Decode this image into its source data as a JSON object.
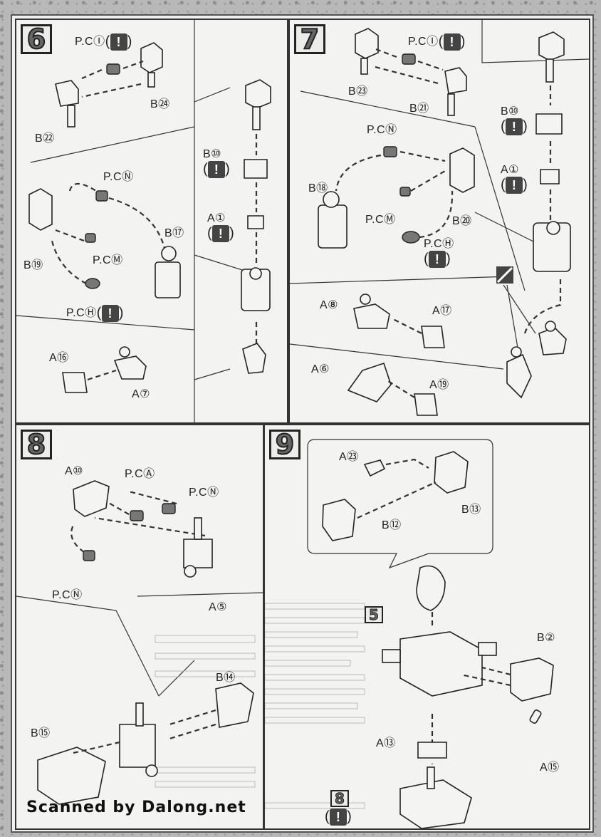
{
  "steps": [
    {
      "number": "6",
      "labels": {
        "pc_i": "P.CⒾ",
        "b24": "B㉔",
        "b22": "B㉒",
        "b10": "B⑩",
        "a1": "A①",
        "pc_n": "P.CⓃ",
        "b17": "B⑰",
        "b19": "B⑲",
        "pc_m": "P.CⓂ",
        "pc_h": "P.CⒽ",
        "a16": "A⑯",
        "a7": "A⑦"
      }
    },
    {
      "number": "7",
      "labels": {
        "pc_i": "P.CⒾ",
        "b23": "B㉓",
        "b21": "B㉑",
        "b10": "B⑩",
        "a1": "A①",
        "pc_n": "P.CⓃ",
        "b18": "B⑱",
        "b20": "B⑳",
        "pc_m": "P.CⓂ",
        "pc_h": "P.CⒽ",
        "a8": "A⑧",
        "a17": "A⑰",
        "a6": "A⑥",
        "a19": "A⑲"
      }
    },
    {
      "number": "8",
      "labels": {
        "a10": "A⑩",
        "pc_a": "P.CⒶ",
        "pc_n_top": "P.CⓃ",
        "pc_n_bottom": "P.CⓃ",
        "a5": "A⑤",
        "b14": "B⑭",
        "b15": "B⑮"
      }
    },
    {
      "number": "9",
      "labels": {
        "a23": "A㉓",
        "b13": "B⑬",
        "b12": "B⑫",
        "sub5": "5",
        "b2": "B②",
        "a13": "A⑬",
        "a15": "A⑮",
        "sub8": "8"
      }
    }
  ],
  "caution_mark": "!",
  "watermark": "Scanned by Dalong.net"
}
